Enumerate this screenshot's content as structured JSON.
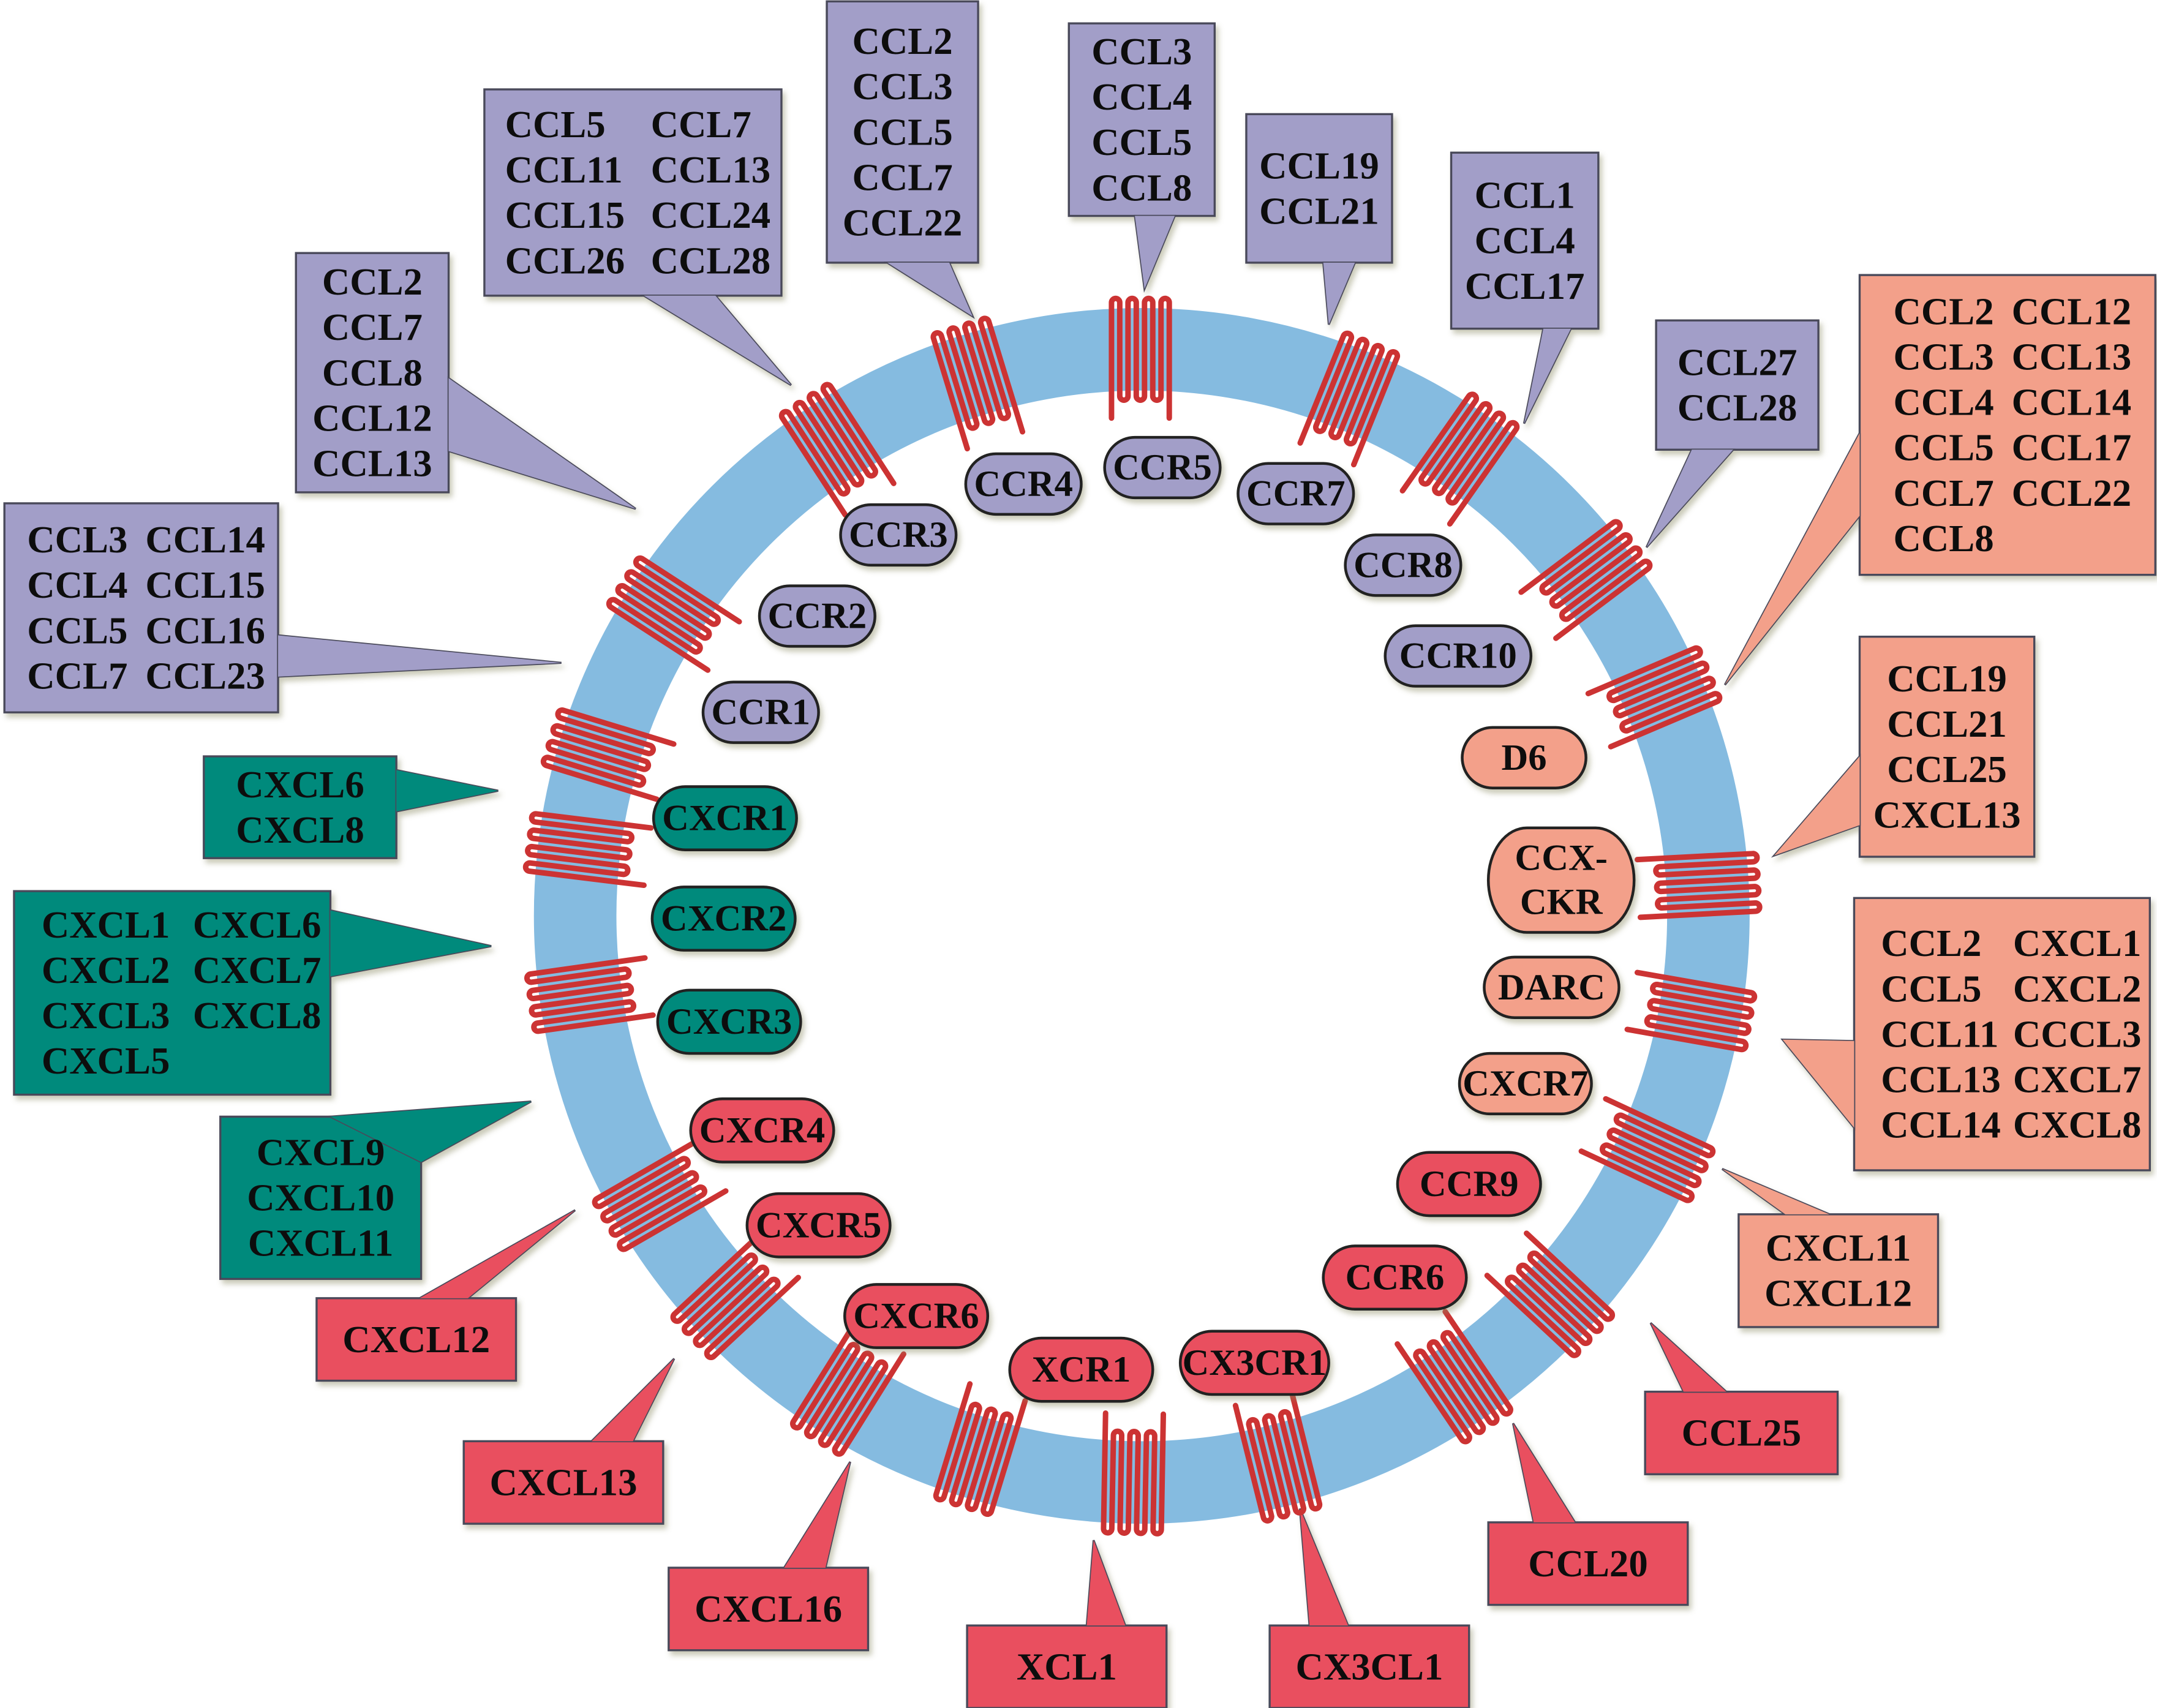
{
  "colors": {
    "membrane": "#85bbe0",
    "helix": "#cc3333",
    "ccr_group": "#a29ec8",
    "cxcr_group": "#008a7b",
    "atypical_group": "#f3a08a",
    "homeostatic_group": "#e94f5e",
    "text": "#111111"
  },
  "receptors": [
    {
      "id": "CCR1",
      "label": "CCR1",
      "group": "ccr_group"
    },
    {
      "id": "CCR2",
      "label": "CCR2",
      "group": "ccr_group"
    },
    {
      "id": "CCR3",
      "label": "CCR3",
      "group": "ccr_group"
    },
    {
      "id": "CCR4",
      "label": "CCR4",
      "group": "ccr_group"
    },
    {
      "id": "CCR5",
      "label": "CCR5",
      "group": "ccr_group"
    },
    {
      "id": "CCR7",
      "label": "CCR7",
      "group": "ccr_group"
    },
    {
      "id": "CCR8",
      "label": "CCR8",
      "group": "ccr_group"
    },
    {
      "id": "CCR10",
      "label": "CCR10",
      "group": "ccr_group"
    },
    {
      "id": "D6",
      "label": "D6",
      "group": "atypical_group"
    },
    {
      "id": "CCX-CKR",
      "label": "CCX-\nCKR",
      "group": "atypical_group"
    },
    {
      "id": "DARC",
      "label": "DARC",
      "group": "atypical_group"
    },
    {
      "id": "CXCR7",
      "label": "CXCR7",
      "group": "atypical_group"
    },
    {
      "id": "CCR9",
      "label": "CCR9",
      "group": "homeostatic_group"
    },
    {
      "id": "CCR6",
      "label": "CCR6",
      "group": "homeostatic_group"
    },
    {
      "id": "CX3CR1",
      "label": "CX3CR1",
      "group": "homeostatic_group"
    },
    {
      "id": "XCR1",
      "label": "XCR1",
      "group": "homeostatic_group"
    },
    {
      "id": "CXCR6",
      "label": "CXCR6",
      "group": "homeostatic_group"
    },
    {
      "id": "CXCR5",
      "label": "CXCR5",
      "group": "homeostatic_group"
    },
    {
      "id": "CXCR4",
      "label": "CXCR4",
      "group": "homeostatic_group"
    },
    {
      "id": "CXCR3",
      "label": "CXCR3",
      "group": "cxcr_group"
    },
    {
      "id": "CXCR2",
      "label": "CXCR2",
      "group": "cxcr_group"
    },
    {
      "id": "CXCR1",
      "label": "CXCR1",
      "group": "cxcr_group"
    }
  ],
  "ligand_callouts": [
    {
      "receptor": "CCR1",
      "group": "ccr_group",
      "columns": [
        [
          "CCL3",
          "CCL4",
          "CCL5",
          "CCL7"
        ],
        [
          "CCL14",
          "CCL15",
          "CCL16",
          "CCL23"
        ]
      ]
    },
    {
      "receptor": "CCR2",
      "group": "ccr_group",
      "columns": [
        [
          "CCL2",
          "CCL7",
          "CCL8",
          "CCL12",
          "CCL13"
        ]
      ]
    },
    {
      "receptor": "CCR3",
      "group": "ccr_group",
      "columns": [
        [
          "CCL5",
          "CCL11",
          "CCL15",
          "CCL26"
        ],
        [
          "CCL7",
          "CCL13",
          "CCL24",
          "CCL28"
        ]
      ]
    },
    {
      "receptor": "CCR4",
      "group": "ccr_group",
      "columns": [
        [
          "CCL2",
          "CCL3",
          "CCL5",
          "CCL7",
          "CCL22"
        ]
      ]
    },
    {
      "receptor": "CCR5",
      "group": "ccr_group",
      "columns": [
        [
          "CCL3",
          "CCL4",
          "CCL5",
          "CCL8"
        ]
      ]
    },
    {
      "receptor": "CCR7",
      "group": "ccr_group",
      "columns": [
        [
          "CCL19",
          "CCL21"
        ]
      ]
    },
    {
      "receptor": "CCR8",
      "group": "ccr_group",
      "columns": [
        [
          "CCL1",
          "CCL4",
          "CCL17"
        ]
      ]
    },
    {
      "receptor": "CCR10",
      "group": "ccr_group",
      "columns": [
        [
          "CCL27",
          "CCL28"
        ]
      ]
    },
    {
      "receptor": "D6",
      "group": "atypical_group",
      "columns": [
        [
          "CCL2",
          "CCL3",
          "CCL4",
          "CCL5",
          "CCL7",
          "CCL8"
        ],
        [
          "CCL12",
          "CCL13",
          "CCL14",
          "CCL17",
          "CCL22"
        ]
      ]
    },
    {
      "receptor": "CCX-CKR",
      "group": "atypical_group",
      "columns": [
        [
          "CCL19",
          "CCL21",
          "CCL25",
          "CXCL13"
        ]
      ]
    },
    {
      "receptor": "DARC",
      "group": "atypical_group",
      "columns": [
        [
          "CCL2",
          "CCL5",
          "CCL11",
          "CCL13",
          "CCL14"
        ],
        [
          "CXCL1",
          "CXCL2",
          "CCCL3",
          "CXCL7",
          "CXCL8"
        ]
      ]
    },
    {
      "receptor": "CXCR7",
      "group": "atypical_group",
      "columns": [
        [
          "CXCL11",
          "CXCL12"
        ]
      ]
    },
    {
      "receptor": "CCR9",
      "group": "homeostatic_group",
      "columns": [
        [
          "CCL25"
        ]
      ]
    },
    {
      "receptor": "CCR6",
      "group": "homeostatic_group",
      "columns": [
        [
          "CCL20"
        ]
      ]
    },
    {
      "receptor": "CX3CR1",
      "group": "homeostatic_group",
      "columns": [
        [
          "CX3CL1"
        ]
      ]
    },
    {
      "receptor": "XCR1",
      "group": "homeostatic_group",
      "columns": [
        [
          "XCL1"
        ]
      ]
    },
    {
      "receptor": "CXCR6",
      "group": "homeostatic_group",
      "columns": [
        [
          "CXCL16"
        ]
      ]
    },
    {
      "receptor": "CXCR5",
      "group": "homeostatic_group",
      "columns": [
        [
          "CXCL13"
        ]
      ]
    },
    {
      "receptor": "CXCR4",
      "group": "homeostatic_group",
      "columns": [
        [
          "CXCL12"
        ]
      ]
    },
    {
      "receptor": "CXCR3",
      "group": "cxcr_group",
      "columns": [
        [
          "CXCL9",
          "CXCL10",
          "CXCL11"
        ]
      ]
    },
    {
      "receptor": "CXCR2",
      "group": "cxcr_group",
      "columns": [
        [
          "CXCL1",
          "CXCL2",
          "CXCL3",
          "CXCL5"
        ],
        [
          "CXCL6",
          "CXCL7",
          "CXCL8"
        ]
      ]
    },
    {
      "receptor": "CXCR1",
      "group": "cxcr_group",
      "columns": [
        [
          "CXCL6",
          "CXCL8"
        ]
      ]
    }
  ]
}
